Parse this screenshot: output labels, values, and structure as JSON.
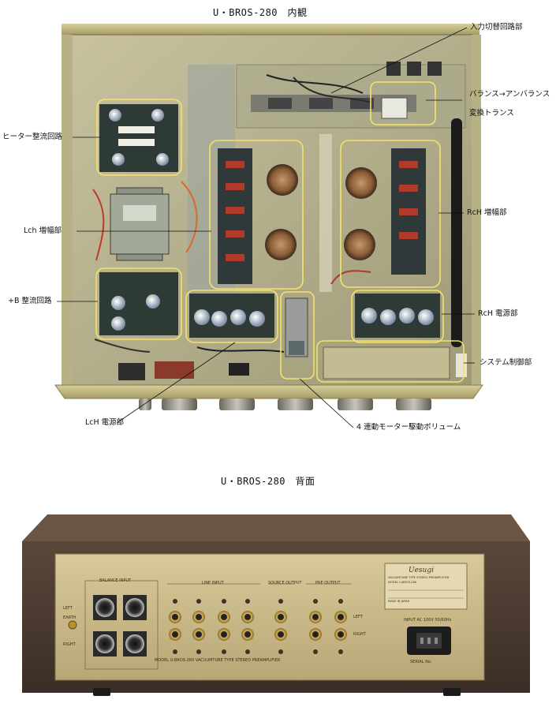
{
  "titles": {
    "interior": "U・BROS-280　内観",
    "rear": "U・BROS-280　背面"
  },
  "callouts": {
    "input_switch": "入力切替回路部",
    "balance_unbalance_1": "バランス→アンバランス",
    "balance_unbalance_2": "変換トランス",
    "heater_rectifier": "ヒーター整流回路",
    "lch_amp": "Lch 増幅部",
    "rch_amp": "RcH 増幅部",
    "b_rectifier": "+B 整流回路",
    "rch_power": "RcH 電源部",
    "system_control": "システム制御部",
    "lch_power": "LcH 電源部",
    "volume": "4 連動モーター駆動ボリューム"
  },
  "rear_panel": {
    "balance_input": "BALANCE INPUT",
    "line_input": "LINE INPUT",
    "source_output": "SOURCE OUTPUT",
    "pre_output": "PRE OUTPUT",
    "left": "LEFT",
    "right": "RIGHT",
    "earth": "EARTH",
    "brand": "Uesugi",
    "model_line": "MODEL  U-BROS-280  VACUUMTUBE TYPE  STEREO PREAMPLIFIER",
    "input_power": "INPUT AC 100V 50/60Hz",
    "serial": "SERIAL No.",
    "nameplate_1": "VACUUMTUBE TYPE STEREO PREAMPLIFIER",
    "nameplate_2": "MODEL U-BROS-280",
    "nameplate_3": "MADE IN JAPAN"
  },
  "colors": {
    "highlight": "#f3e36a",
    "chassis": "#b9b08a",
    "wood": "#4a3a30",
    "gold_panel": "#c9b98a"
  }
}
